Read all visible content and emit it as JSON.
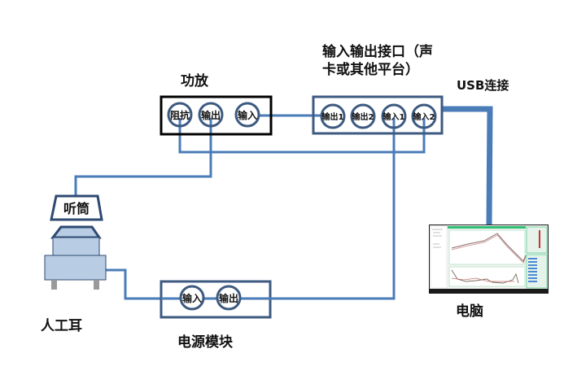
{
  "title_labels": {
    "amplifier": "功放",
    "io_interface_line1": "输入输出接口（声",
    "io_interface_line2": "卡或其他平台）",
    "usb": "USB连接",
    "receiver": "听筒",
    "artificial_ear": "人工耳",
    "power_module": "电源模块",
    "computer": "电脑"
  },
  "amplifier": {
    "ports": [
      "阻抗",
      "输出",
      "输入"
    ]
  },
  "io_interface": {
    "ports": [
      "输出1",
      "输出2",
      "输入1",
      "输入2"
    ]
  },
  "power_module": {
    "ports": [
      "输入",
      "输出"
    ]
  },
  "colors": {
    "wire": "#4a7cb8",
    "port_ring": "#3d5a80",
    "box_border_amp": "#000000",
    "box_border_io": "#3d5a80",
    "ear_fill": "#b8cce4",
    "ear_stroke": "#2e4a72",
    "ear_feet": "#9a9a9a"
  },
  "connections": [
    {
      "from": "功放.输入",
      "to": "输入输出接口.输出1"
    },
    {
      "from": "功放.阻抗",
      "to": "输入输出接口.输入2"
    },
    {
      "from": "功放.输出",
      "to": "听筒"
    },
    {
      "from": "人工耳",
      "to": "电源模块.输入"
    },
    {
      "from": "电源模块.输出",
      "to": "输入输出接口.输入1"
    },
    {
      "from": "输入输出接口",
      "to": "电脑",
      "type": "USB连接"
    }
  ]
}
